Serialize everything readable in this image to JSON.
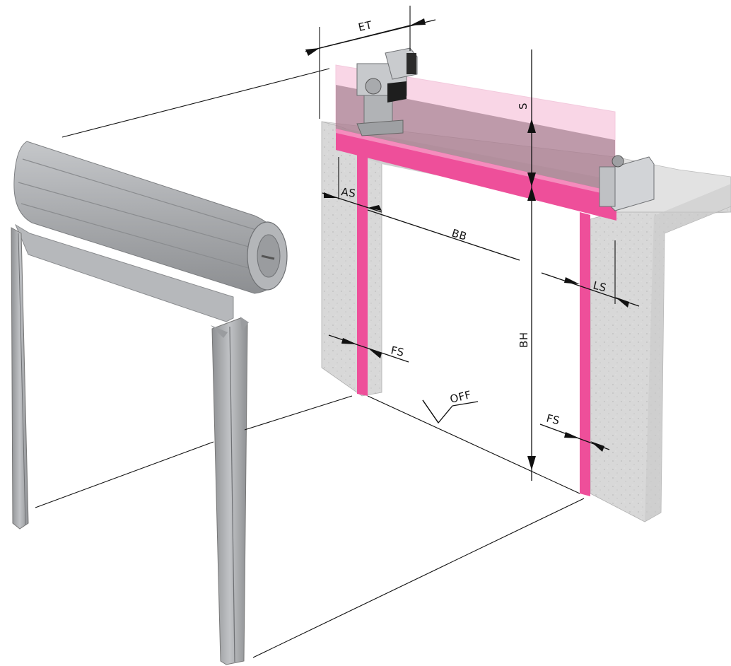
{
  "labels": {
    "et": "ET",
    "s": "S",
    "as": "AS",
    "bb": "BB",
    "ls": "LS",
    "bh": "BH",
    "fs_left": "FS",
    "fs_right": "FS",
    "off": "OFF"
  },
  "colors": {
    "frame_magenta": "#ee4f9a",
    "lintel_pink": "#f2a6c8",
    "wall_gray": "#d9d9d9",
    "metal_gray": "#a9abae",
    "line": "#111111"
  }
}
